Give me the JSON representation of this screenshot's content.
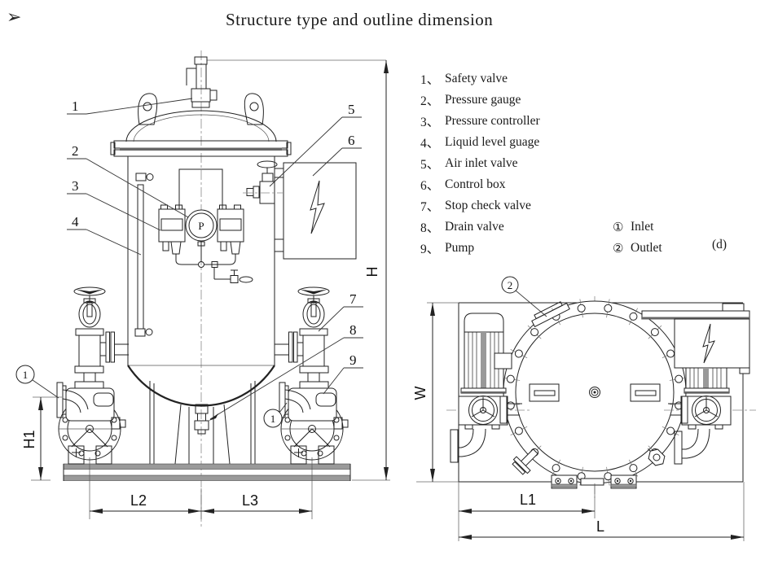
{
  "header": {
    "bullet": "➢",
    "title": "Structure type and outline dimension"
  },
  "legend": {
    "separator": "、",
    "items": [
      {
        "num": "1",
        "label": "Safety valve"
      },
      {
        "num": "2",
        "label": "Pressure gauge"
      },
      {
        "num": "3",
        "label": "Pressure controller"
      },
      {
        "num": "4",
        "label": "Liquid level guage"
      },
      {
        "num": "5",
        "label": "Air inlet valve"
      },
      {
        "num": "6",
        "label": "Control box"
      },
      {
        "num": "7",
        "label": "Stop check valve"
      },
      {
        "num": "8",
        "label": "Drain valve"
      },
      {
        "num": "9",
        "label": "Pump"
      }
    ],
    "ports": [
      {
        "sym": "①",
        "label": "Inlet"
      },
      {
        "sym": "②",
        "label": "Outlet"
      }
    ],
    "suffix": "(d)"
  },
  "front_view": {
    "callouts": {
      "c1": "1",
      "c2": "2",
      "c3": "3",
      "c4": "4",
      "c5": "5",
      "c6": "6",
      "c7": "7",
      "c8": "8",
      "c9": "9"
    },
    "inlet_bubble": "1",
    "gauge_letter": "P",
    "dims": {
      "h": "H",
      "h1": "H1",
      "l2": "L2",
      "l3": "L3"
    }
  },
  "top_view": {
    "outlet_bubble": "2",
    "dims": {
      "w": "W",
      "l1": "L1",
      "l": "L"
    }
  }
}
